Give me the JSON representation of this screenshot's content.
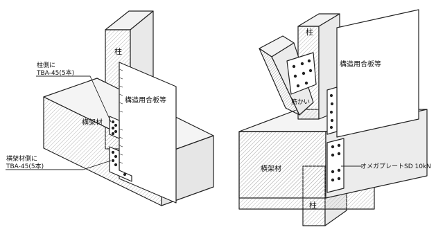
{
  "left_figure": {
    "column_label": "柱",
    "plywood_label": "構造用合板等",
    "beam_label": "横架材",
    "column_screw_callout": {
      "line1": "柱側に",
      "line2": "TBA-45(5本)"
    },
    "beam_screw_callout": {
      "line1": "横架材側に",
      "line2": "TBA-45(5本)"
    }
  },
  "right_figure": {
    "column_top_label": "柱",
    "plywood_label": "構造用合板等",
    "brace_label": "筋かい",
    "beam_label": "横架材",
    "plate_label": "オメガプレートSD 10kN",
    "column_bottom_label": "柱"
  }
}
